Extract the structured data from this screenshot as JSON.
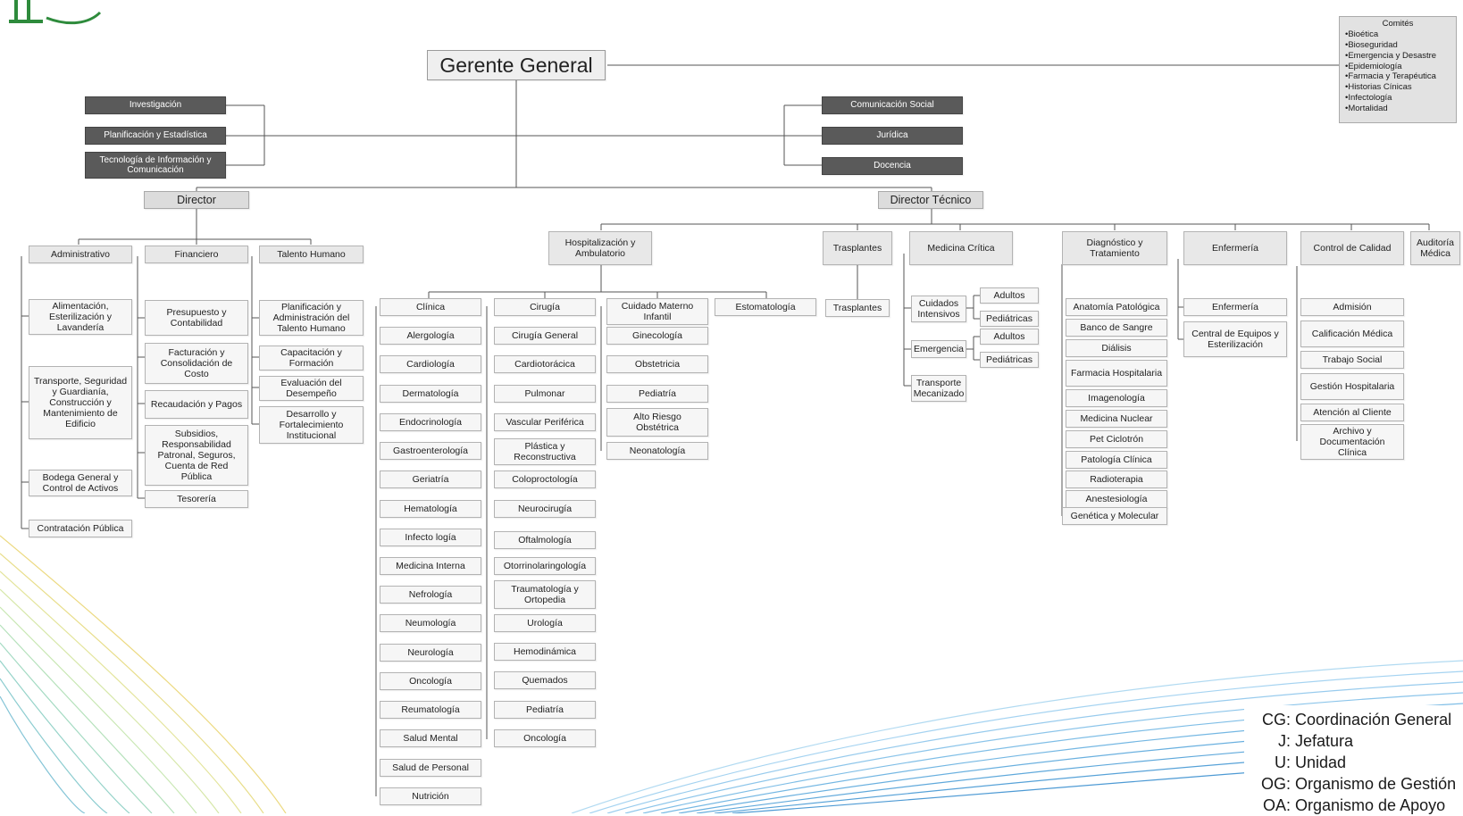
{
  "top": {
    "gerente": "Gerente General",
    "director": "Director",
    "director_tecnico": "Director Técnico"
  },
  "committees": {
    "title": "Comités",
    "items": [
      "Bioética",
      "Bioseguridad",
      "Emergencia y Desastre",
      "Epidemiología",
      "Farmacia y Terapéutica",
      "Historias Cínicas",
      "Infectología",
      "Mortalidad"
    ]
  },
  "staff_left": [
    "Investigación",
    "Planificación y Estadística",
    "Tecnología de Información y Comunicación"
  ],
  "staff_right": [
    "Comunicación Social",
    "Jurídica",
    "Docencia"
  ],
  "director_branches": {
    "administrativo": {
      "title": "Administrativo",
      "items": [
        "Alimentación, Esterilización y Lavandería",
        "Transporte, Seguridad y Guardianía, Construcción y Mantenimiento de Edificio",
        "Bodega General y Control de Activos",
        "Contratación Pública"
      ]
    },
    "financiero": {
      "title": "Financiero",
      "items": [
        "Presupuesto y Contabilidad",
        "Facturación y Consolidación de Costo",
        "Recaudación y Pagos",
        "Subsidios, Responsabilidad Patronal, Seguros, Cuenta de Red Pública",
        "Tesorería"
      ]
    },
    "talento": {
      "title": "Talento Humano",
      "items": [
        "Planificación y Administración del Talento Humano",
        "Capacitación y Formación",
        "Evaluación del Desempeño",
        "Desarrollo y Fortalecimiento Institucional"
      ]
    }
  },
  "hospitalizacion": {
    "title": "Hospitalización y Ambulatorio",
    "clinica": {
      "title": "Clínica",
      "items": [
        "Alergología",
        "Cardiología",
        "Dermatología",
        "Endocrinología",
        "Gastroenterología",
        "Geriatría",
        "Hematología",
        "Infecto logía",
        "Medicina Interna",
        "Nefrología",
        "Neumología",
        "Neurología",
        "Oncología",
        "Reumatología",
        "Salud Mental",
        "Salud de Personal",
        "Nutrición"
      ]
    },
    "cirugia": {
      "title": "Cirugía",
      "items": [
        "Cirugía General",
        "Cardiotorácica",
        "Pulmonar",
        "Vascular Periférica",
        "Plástica y Reconstructiva",
        "Coloproctología",
        "Neurocirugía",
        "Oftalmología",
        "Otorrinolaringología",
        "Traumatología y Ortopedia",
        "Urología",
        "Hemodinámica",
        "Quemados",
        "Pediatría",
        "Oncología"
      ]
    },
    "materno": {
      "title": "Cuidado Materno Infantil",
      "items": [
        "Ginecología",
        "Obstetricia",
        "Pediatría",
        "Alto Riesgo Obstétrica",
        "Neonatología"
      ]
    },
    "estomatologia": "Estomatología"
  },
  "trasplantes": {
    "title": "Trasplantes",
    "items": [
      "Trasplantes"
    ]
  },
  "medicina_critica": {
    "title": "Medicina Crítica",
    "cuidados": "Cuidados Intensivos",
    "emergencia": "Emergencia",
    "transporte": "Transporte Mecanizado",
    "adultos": "Adultos",
    "pediatricas": "Pediátricas"
  },
  "diagnostico": {
    "title": "Diagnóstico y Tratamiento",
    "items": [
      "Anatomía Patológica",
      "Banco de Sangre",
      "Diálisis",
      "Farmacia Hospitalaria",
      "Imagenología",
      "Medicina Nuclear",
      "Pet Ciclotrón",
      "Patología Clínica",
      "Radioterapia",
      "Anestesiología",
      "Genética y Molecular"
    ]
  },
  "enfermeria": {
    "title": "Enfermería",
    "items": [
      "Enfermería",
      "Central de Equipos y Esterilización"
    ]
  },
  "calidad": {
    "title": "Control de Calidad",
    "items": [
      "Admisión",
      "Calificación Médica",
      "Trabajo Social",
      "Gestión Hospitalaria",
      "Atención al Cliente",
      "Archivo y Documentación Clínica"
    ]
  },
  "auditoria": "Auditoría Médica",
  "legend": [
    {
      "abbr": "CG:",
      "text": "Coordinación General"
    },
    {
      "abbr": "J:",
      "text": "Jefatura"
    },
    {
      "abbr": "U:",
      "text": "Unidad"
    },
    {
      "abbr": "OG:",
      "text": "Organismo de Gestión"
    },
    {
      "abbr": "OA:",
      "text": "Organismo de Apoyo"
    }
  ],
  "colors": {
    "line": "#555555",
    "dark_box": "#5a5a5a",
    "swirl_green": "#e8d36a",
    "swirl_blue": "#5fb0e0"
  }
}
